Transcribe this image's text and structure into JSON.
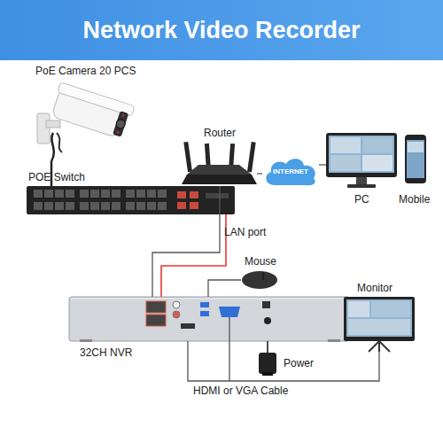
{
  "diagram": {
    "title": "Network Video Recorder",
    "nodes": [
      {
        "text": [
          "PoE Camera 20 PCS"
        ]
      },
      {
        "text": [
          "Router"
        ]
      },
      {
        "text": [
          "INTERNET"
        ]
      },
      {
        "text": [
          "PC"
        ]
      },
      {
        "text": [
          "Mobile"
        ]
      },
      {
        "text": [
          "POE Switch"
        ]
      },
      {
        "text": [
          "Mouse"
        ]
      },
      {
        "text": [
          "32CH NVR"
        ]
      },
      {
        "text": [
          "Monitor"
        ]
      },
      {
        "text": [
          "Power"
        ]
      }
    ],
    "edges": [
      {
        "from": 0,
        "to": 5,
        "arrow": "none"
      },
      {
        "from": 5,
        "to": 7,
        "arrow": "none"
      },
      {
        "from": 1,
        "to": 7,
        "label": "LAN port",
        "arrow": "none"
      },
      {
        "from": 1,
        "to": 2,
        "arrow": "none"
      },
      {
        "from": 2,
        "to": 3,
        "arrow": "none"
      },
      {
        "from": 7,
        "to": 6,
        "arrow": "none"
      },
      {
        "from": 7,
        "to": 8,
        "label": "HDMI or VGA Cable",
        "arrow": "none"
      },
      {
        "from": 7,
        "to": 9,
        "arrow": "none"
      }
    ]
  }
}
